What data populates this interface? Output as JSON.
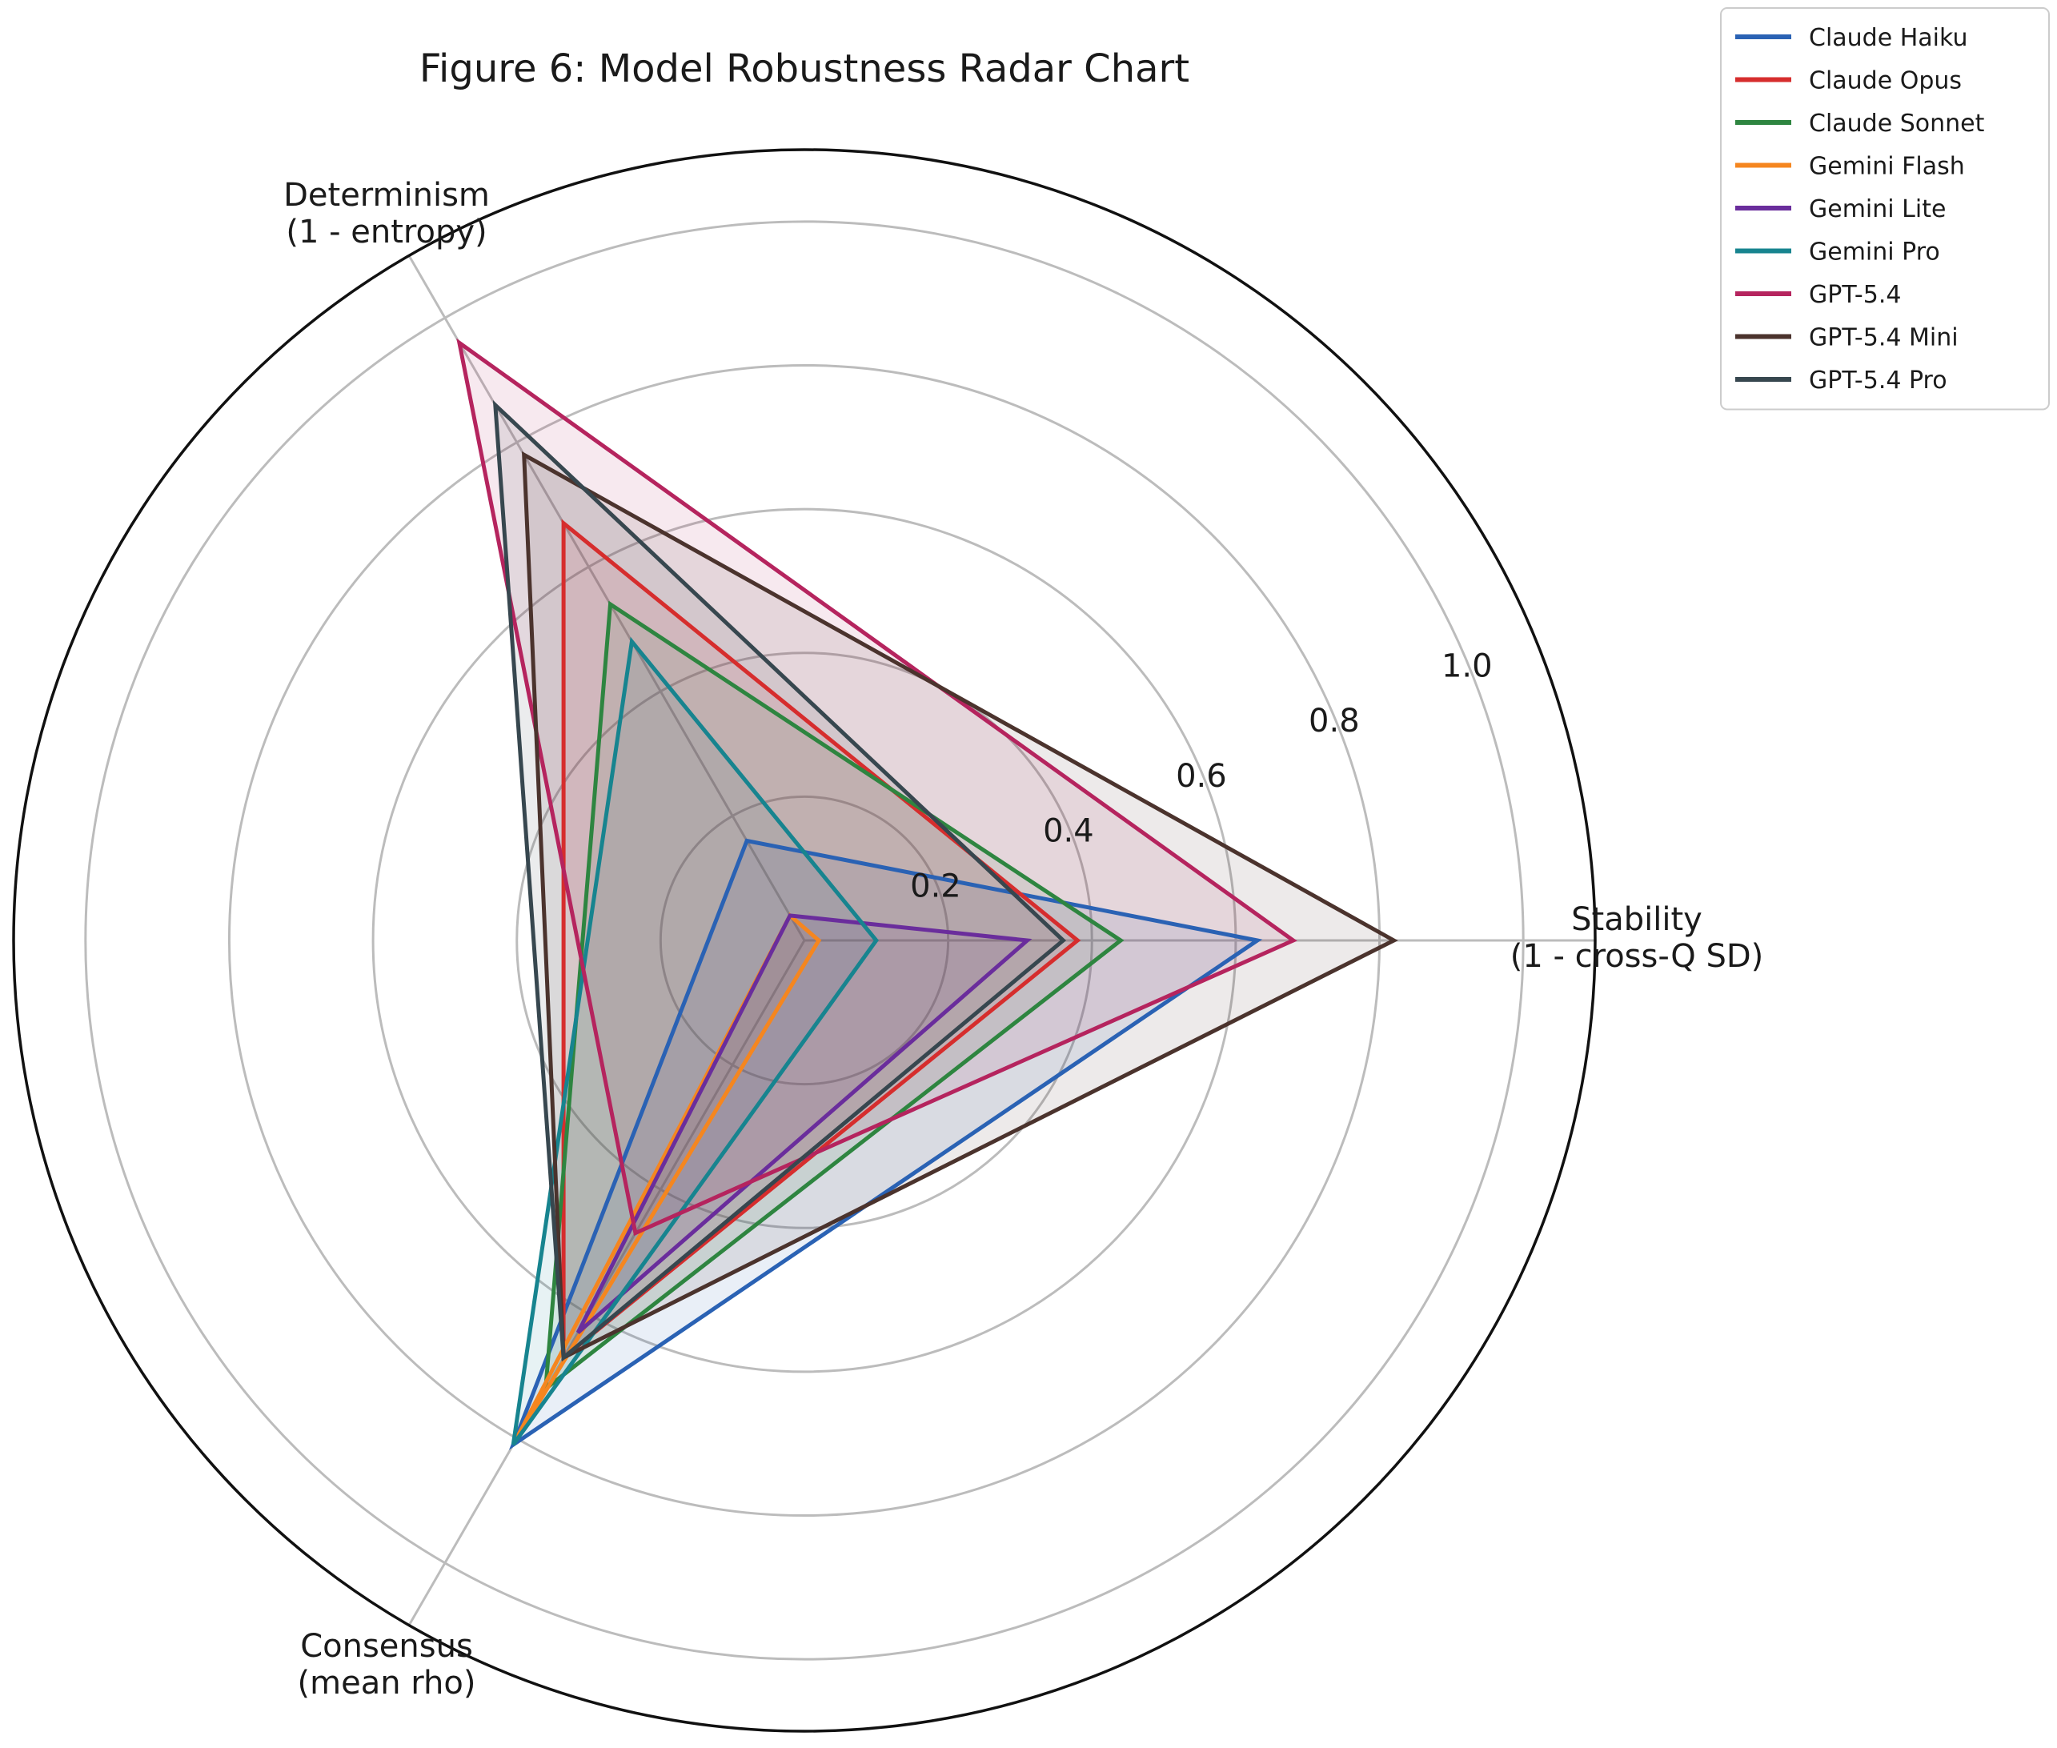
{
  "chart_data": {
    "type": "radar",
    "title": "Figure 6: Model Robustness Radar Chart",
    "axes": [
      {
        "name": "stability",
        "label_lines": [
          "Stability",
          "(1 - cross-Q SD)"
        ]
      },
      {
        "name": "determinism",
        "label_lines": [
          "Determinism",
          "(1 - entropy)"
        ]
      },
      {
        "name": "consensus",
        "label_lines": [
          "Consensus",
          "(mean rho)"
        ]
      }
    ],
    "rlim": [
      0,
      1.1
    ],
    "r_ticks": [
      0.2,
      0.4,
      0.6,
      0.8,
      1.0
    ],
    "r_tick_labels": [
      "0.2",
      "0.4",
      "0.6",
      "0.8",
      "1.0"
    ],
    "grid": true,
    "legend_position": "top-right",
    "series": [
      {
        "name": "Claude Haiku",
        "color": "#2a62b4",
        "values": [
          0.63,
          0.16,
          0.81
        ]
      },
      {
        "name": "Claude Opus",
        "color": "#d62d2d",
        "values": [
          0.38,
          0.67,
          0.67
        ]
      },
      {
        "name": "Claude Sonnet",
        "color": "#2e8540",
        "values": [
          0.44,
          0.54,
          0.72
        ]
      },
      {
        "name": "Gemini Flash",
        "color": "#f5861f",
        "values": [
          0.02,
          0.04,
          0.81
        ]
      },
      {
        "name": "Gemini Lite",
        "color": "#6a2d9c",
        "values": [
          0.31,
          0.04,
          0.63
        ]
      },
      {
        "name": "Gemini Pro",
        "color": "#17848f",
        "values": [
          0.1,
          0.48,
          0.81
        ]
      },
      {
        "name": "GPT-5.4",
        "color": "#b5245e",
        "values": [
          0.68,
          0.96,
          0.47
        ]
      },
      {
        "name": "GPT-5.4 Mini",
        "color": "#4b332d",
        "values": [
          0.82,
          0.78,
          0.67
        ]
      },
      {
        "name": "GPT-5.4 Pro",
        "color": "#37474f",
        "values": [
          0.36,
          0.86,
          0.67
        ]
      }
    ]
  }
}
